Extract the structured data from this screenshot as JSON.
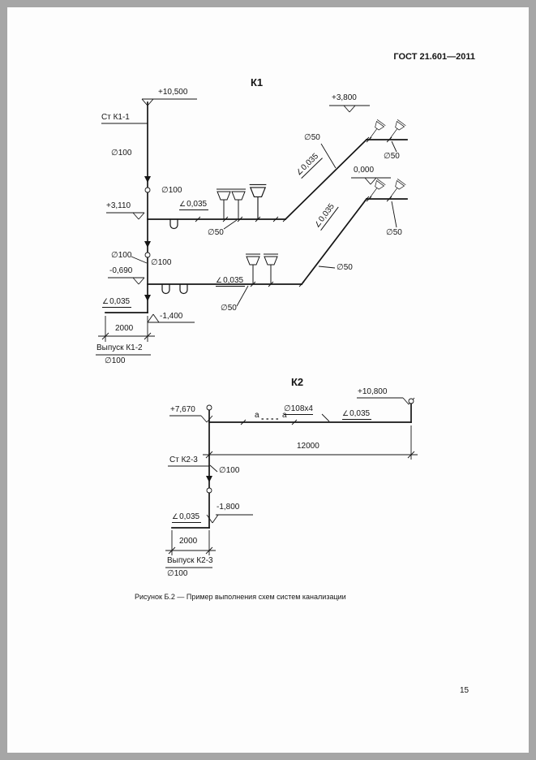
{
  "doc": {
    "standard": "ГОСТ 21.601—2011",
    "page_number": "15",
    "caption": "Рисунок Б.2 — Пример выполнения схем систем канализации"
  },
  "icons": {
    "slope": "∠"
  },
  "k1": {
    "title": "К1",
    "riser_label": "Ст К1-1",
    "outlet_label": "Выпуск К1-2",
    "outlet_diameter": "∅100",
    "dim_2000": "2000",
    "elevations": {
      "top": "+10,500",
      "floor2": "+3,110",
      "right_top": "+3,800",
      "zero": "0,000",
      "floor1": "-0,690",
      "outlet": "-1,400"
    },
    "diameters": {
      "riser": "∅100",
      "pipe1": "∅100",
      "pipe1_branch": "∅50",
      "diag1": "∅50",
      "right1": "∅50",
      "right2": "∅50",
      "diag2": "∅50",
      "pipe2_branch": "∅50",
      "riser_mid": "∅100",
      "pipe2": "∅100"
    },
    "slopes": {
      "pipe1": "0,035",
      "diag1": "0,035",
      "diag2": "0,035",
      "pipe2": "0,035",
      "outlet": "0,035"
    }
  },
  "k2": {
    "title": "К2",
    "riser_label": "Ст К2-3",
    "outlet_label": "Выпуск К2-3",
    "outlet_diameter": "∅100",
    "riser_diameter": "∅100",
    "pipe_diameter": "∅108x4",
    "dim_12000": "12000",
    "dim_2000": "2000",
    "section_left": "а",
    "section_right": "а",
    "elevations": {
      "right_top": "+10,800",
      "left_top": "+7,670",
      "outlet": "-1,800"
    },
    "slopes": {
      "main": "0,035",
      "outlet": "0,035"
    }
  }
}
